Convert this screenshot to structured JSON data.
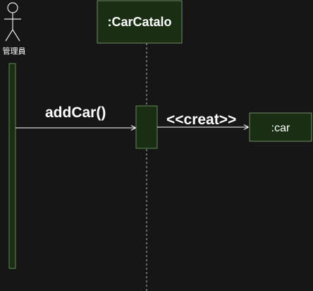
{
  "actor": {
    "name": "管理員"
  },
  "catalog": {
    "title": ":CarCatalo"
  },
  "car": {
    "title": ":car"
  },
  "messages": {
    "add_car": "addCar()",
    "create": "<<creat>>"
  },
  "colors": {
    "background": "#161616",
    "box_fill": "#1a2e14",
    "box_stroke": "#6f8f5f",
    "activation_stroke": "#5d8a52",
    "lifeline": "#b8b8b8",
    "arrow": "#ffffff",
    "text": "#ffffff",
    "actor_stroke": "#e6e6e6"
  }
}
